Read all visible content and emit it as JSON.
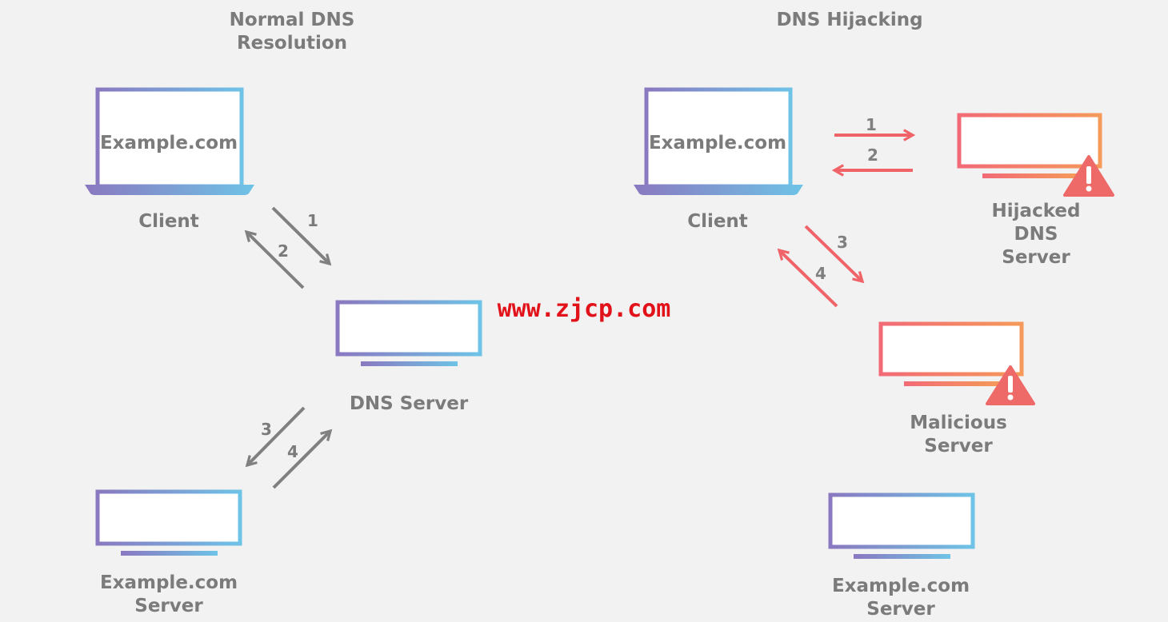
{
  "titles": {
    "normal_line1": "Normal DNS",
    "normal_line2": "Resolution",
    "hijack": "DNS Hijacking"
  },
  "normal": {
    "client": {
      "screen_text": "Example.com",
      "label": "Client"
    },
    "dns_server": {
      "label": "DNS Server"
    },
    "site_server": {
      "label_line1": "Example.com",
      "label_line2": "Server"
    },
    "steps": [
      "1",
      "2",
      "3",
      "4"
    ]
  },
  "hijack": {
    "client": {
      "screen_text": "Example.com",
      "label": "Client"
    },
    "hijacked_dns": {
      "label_line1": "Hijacked",
      "label_line2": "DNS",
      "label_line3": "Server"
    },
    "malicious": {
      "label_line1": "Malicious",
      "label_line2": "Server"
    },
    "site_server": {
      "label_line1": "Example.com",
      "label_line2": "Server"
    },
    "steps": [
      "1",
      "2",
      "3",
      "4"
    ]
  },
  "watermark": "www.zjcp.com",
  "colors": {
    "gray": "#7b7b7b",
    "arrow_gray": "#808080",
    "cool_start": "#8a78c0",
    "cool_end": "#6ec3e6",
    "warm_start": "#f26a76",
    "warm_end": "#f59a5a",
    "watermark": "#e2121a"
  }
}
